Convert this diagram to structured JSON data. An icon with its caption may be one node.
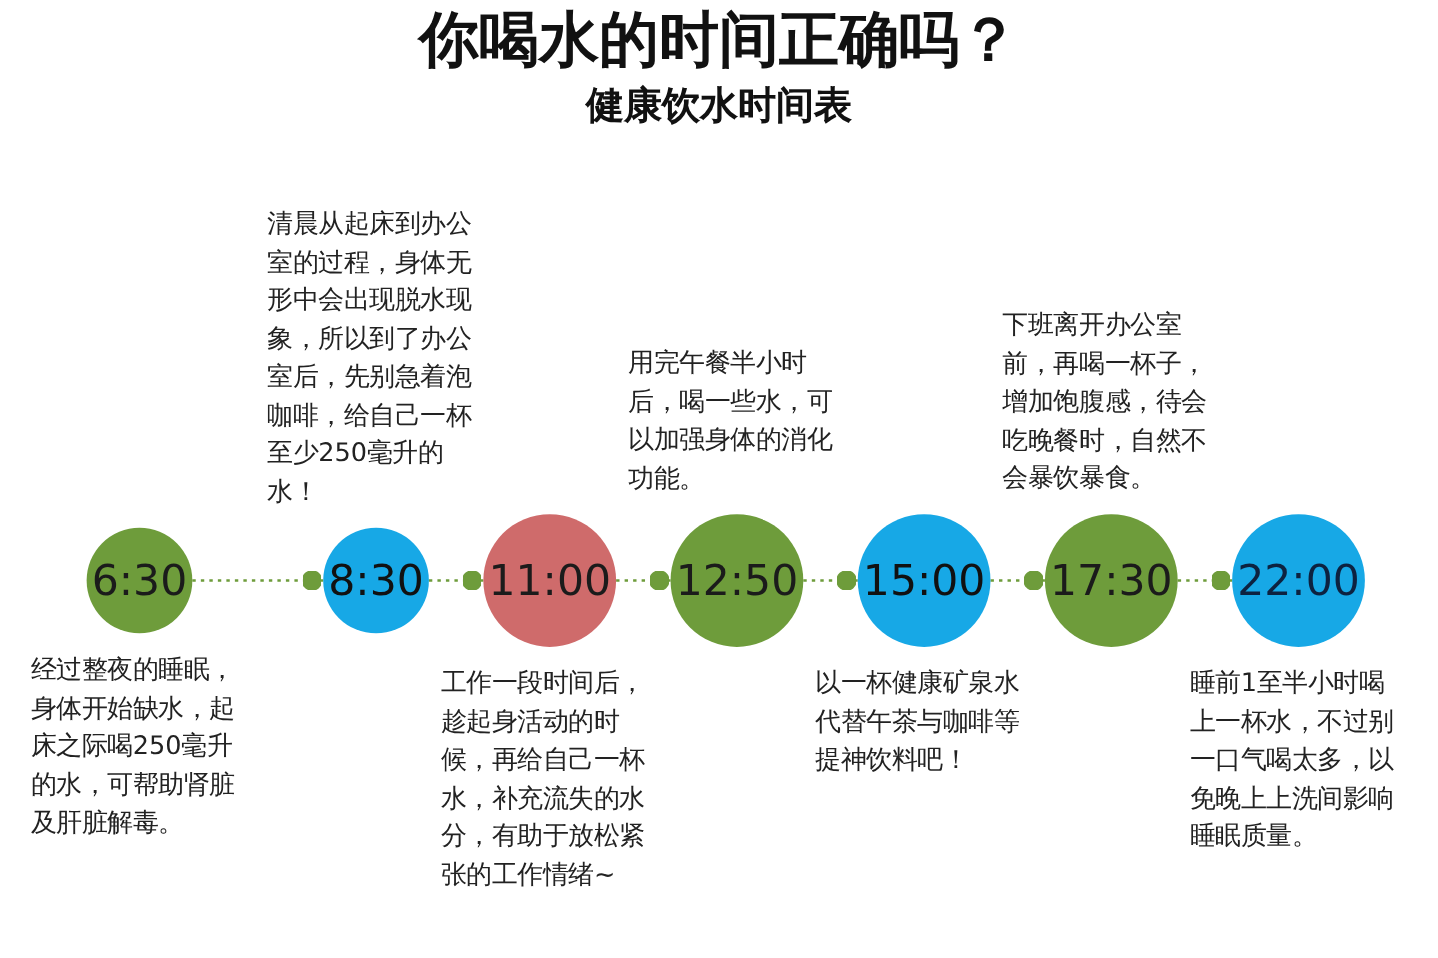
{
  "diagram": {
    "title": "你喝水的时间正确吗？",
    "nodes": [
      {
        "text": [
          "6:30"
        ],
        "beside": [
          "经过整夜的睡眠，身体开始缺水，起床之际喝250毫升的水，可帮助肾脏及肝脏解毒。"
        ]
      },
      {
        "text": [
          "8:30"
        ],
        "beside": [
          "清晨从起床到办公室的过程，身体无形中会出现脱水现象，所以到了办公室后，先别急着泡咖啡，给自己一杯至少250毫升的水！"
        ]
      },
      {
        "text": [
          "11:00"
        ],
        "beside": [
          "工作一段时间后，趁起身活动的时候，再给自己一杯水，补充流失的水分，有助于放松紧张的工作情绪~"
        ]
      },
      {
        "text": [
          "12:50"
        ],
        "beside": [
          "用完午餐半小时后，喝一些水，可以加强身体的消化功能。"
        ]
      },
      {
        "text": [
          "15:00"
        ],
        "beside": [
          "以一杯健康矿泉水代替午茶与咖啡等提神饮料吧！"
        ]
      },
      {
        "text": [
          "17:30"
        ],
        "beside": [
          "下班离开办公室前，再喝一杯子，增加饱腹感，待会吃晚餐时，自然不会暴饮暴食。"
        ]
      },
      {
        "text": [
          "22:00"
        ],
        "beside": [
          "睡前1至半小时喝上一杯水，不过别一口气喝太多，以免晚上上洗间影响睡眠质量。"
        ]
      }
    ],
    "edges": [
      {
        "from": 0,
        "to": 1,
        "arrow": "other",
        "style": "dashed"
      },
      {
        "from": 1,
        "to": 2,
        "arrow": "other",
        "style": "dashed"
      },
      {
        "from": 2,
        "to": 3,
        "arrow": "other",
        "style": "dashed"
      },
      {
        "from": 3,
        "to": 4,
        "arrow": "other",
        "style": "dashed"
      },
      {
        "from": 4,
        "to": 5,
        "arrow": "other",
        "style": "dashed"
      },
      {
        "from": 5,
        "to": 6,
        "arrow": "other",
        "style": "dashed"
      }
    ],
    "labels": [
      "健康饮水时间表"
    ]
  }
}
